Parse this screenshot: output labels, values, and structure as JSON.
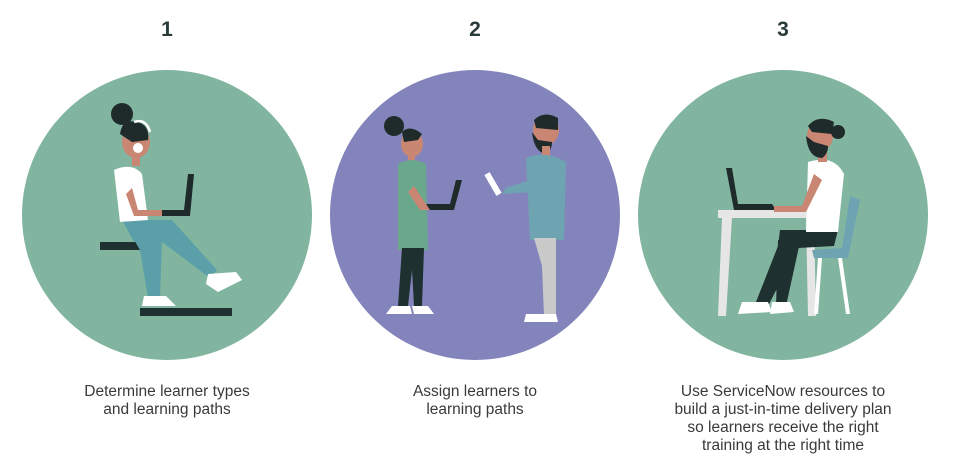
{
  "colors": {
    "green_circle": "#82b5a0",
    "purple_circle": "#8484bc",
    "skin": "#c98672",
    "hair": "#1f2a2a",
    "white": "#ffffff",
    "teal_jeans": "#5b9fa8",
    "dark_pants": "#1f3030",
    "grey_pants": "#c9c9c9",
    "blue_jacket": "#6ea3b2",
    "green_top": "#6aa88e"
  },
  "steps": [
    {
      "number": "1",
      "illustration": "person-on-laptop-with-headphones-icon",
      "caption": [
        "Determine learner types",
        "and learning paths"
      ]
    },
    {
      "number": "2",
      "illustration": "two-people-with-devices-icon",
      "caption": [
        "Assign learners to",
        "learning paths"
      ]
    },
    {
      "number": "3",
      "illustration": "person-at-desk-with-laptop-icon",
      "caption": [
        "Use ServiceNow resources to",
        "build a just-in-time delivery plan",
        "so learners receive the right",
        "training at the right time"
      ]
    }
  ]
}
